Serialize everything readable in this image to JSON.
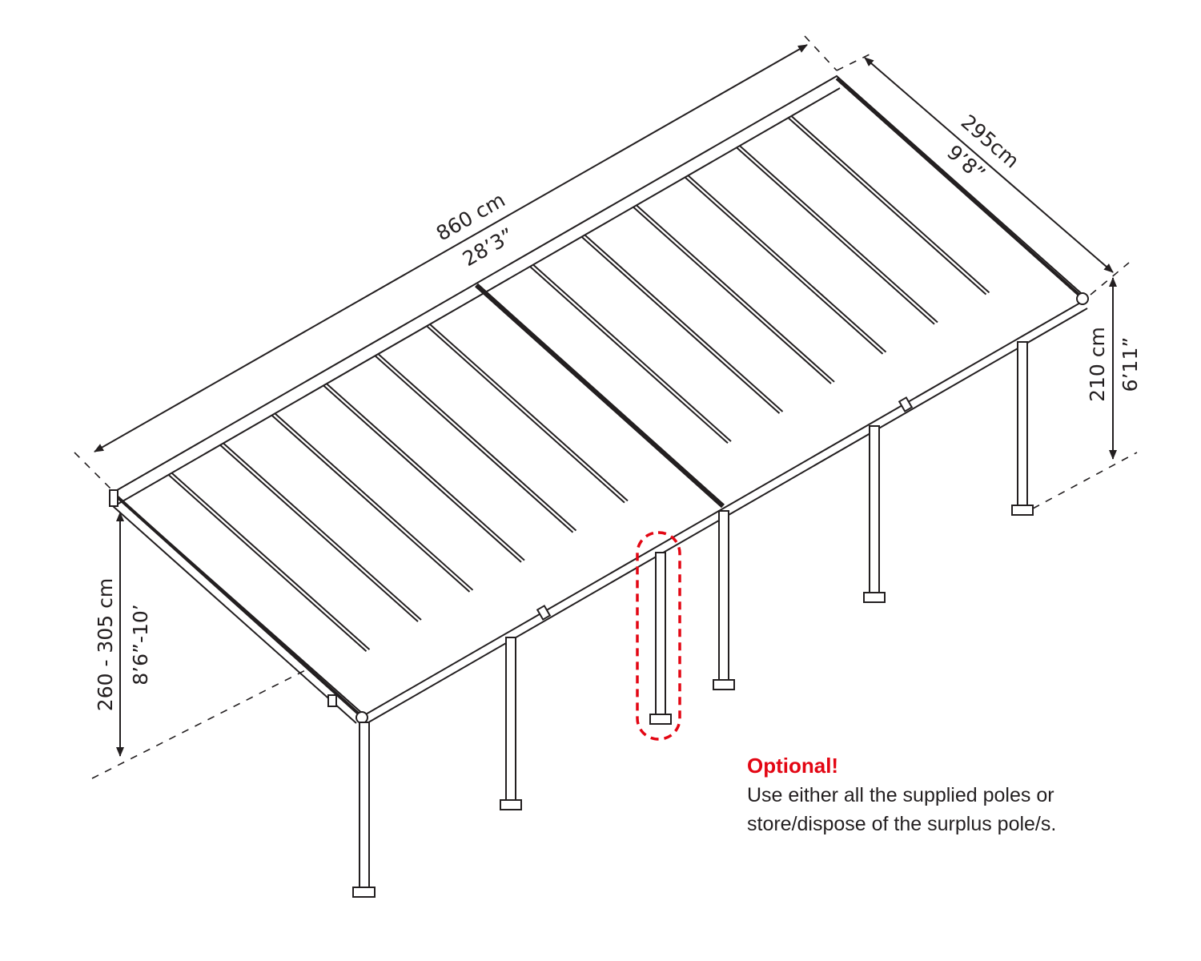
{
  "dimensions": {
    "length_metric": "860 cm",
    "length_imperial": "28’3”",
    "width_metric": "295cm",
    "width_imperial": "9’8”",
    "back_height_metric": "210 cm",
    "back_height_imperial": "6’11”",
    "front_height_metric": "260 - 305 cm",
    "front_height_imperial": "8’6”-10’"
  },
  "note": {
    "title": "Optional!",
    "line1": "Use either all the supplied poles or",
    "line2": "store/dispose of the surplus pole/s."
  },
  "colors": {
    "line": "#231f20",
    "highlight": "#e30613",
    "roof_fill": "#ffffff"
  }
}
